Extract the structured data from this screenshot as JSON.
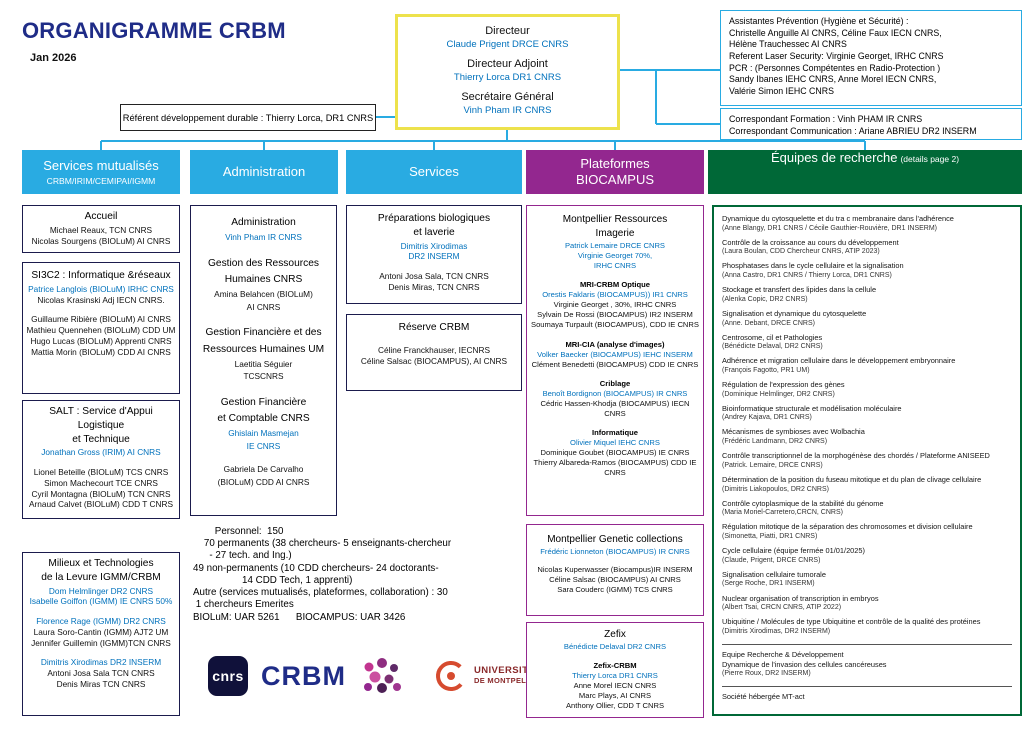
{
  "page": {
    "title": "ORGANIGRAMME CRBM",
    "date": "Jan 2026"
  },
  "colors": {
    "accentblue": "#29ABE2",
    "purple": "#93278F",
    "green": "#006837",
    "yellow": "#EDE24C",
    "navy": "#1F2C87",
    "nameblue": "#0071BC",
    "boxborder": "#1b1b4d",
    "maroon": "#8A2A2B",
    "umred": "#D64B2F"
  },
  "direction": {
    "entries": [
      {
        "role": "Directeur",
        "name": "Claude Prigent DRCE CNRS"
      },
      {
        "role": "Directeur Adjoint",
        "name": "Thierry Lorca DR1 CNRS"
      },
      {
        "role": "Secrétaire Général",
        "name": "Vinh Pham IR CNRS"
      }
    ]
  },
  "prevention_box": {
    "lines": [
      "Assistantes Prévention (Hygiène et Sécurité) :",
      "Christelle Anguille AI CNRS, Céline Faux IECN CNRS,",
      "Hélène Trauchessec AI CNRS",
      "Referent Laser Security: Virginie Georget, IRHC CNRS",
      "PCR : (Personnes Compétentes en Radio-Protection )",
      "Sandy Ibanes IEHC CNRS, Anne Morel IECN CNRS,",
      "Valérie Simon IEHC CNRS"
    ]
  },
  "correspondant_box": {
    "lines": [
      "Correspondant Formation :  Vinh PHAM IR CNRS",
      "Correspondant Communication :  Ariane ABRIEU DR2 INSERM"
    ]
  },
  "referent_box": {
    "text": "Référent développement durable : Thierry Lorca, DR1 CNRS"
  },
  "columns": {
    "services_mutualises": {
      "header_line1": "Services mutualisés",
      "header_line2": "CRBM/IRIM/CEMIPAI/IGMM",
      "accueil": {
        "lines": [
          {
            "t": "Accueil",
            "k": "title"
          },
          {
            "t": "Michael Reaux, TCN CNRS",
            "k": "text"
          },
          {
            "t": "Nicolas Sourgens (BIOLuM) AI CNRS",
            "k": "text"
          }
        ]
      },
      "si3c2": {
        "lines": [
          {
            "t": "SI3C2 : Informatique &réseaux",
            "k": "title"
          },
          {
            "t": "Patrice Langlois (BIOLuM) IRHC CNRS",
            "k": "blue"
          },
          {
            "t": "Nicolas Krasinski Adj IECN CNRS.",
            "k": "text"
          },
          {
            "t": "",
            "k": "gap"
          },
          {
            "t": "Guillaume Ribière (BIOLuM) AI CNRS",
            "k": "text"
          },
          {
            "t": "Mathieu Quennehen (BIOLuM) CDD UM",
            "k": "text"
          },
          {
            "t": "Hugo Lucas (BIOLuM) Apprenti CNRS",
            "k": "text"
          },
          {
            "t": "Mattia Morin (BIOLuM) CDD AI CNRS",
            "k": "text"
          }
        ]
      },
      "salt": {
        "lines": [
          {
            "t": "SALT : Service d'Appui",
            "k": "title"
          },
          {
            "t": "Logistique",
            "k": "title"
          },
          {
            "t": "et Technique",
            "k": "title"
          },
          {
            "t": "Jonathan Gross (IRIM) AI CNRS",
            "k": "blue"
          },
          {
            "t": "",
            "k": "gap"
          },
          {
            "t": "Lionel Beteille (BIOLuM) TCS CNRS",
            "k": "text"
          },
          {
            "t": "Simon Machecourt TCE CNRS",
            "k": "text"
          },
          {
            "t": "Cyril Montagna (BIOLuM) TCN CNRS",
            "k": "text"
          },
          {
            "t": "Arnaud Calvet (BIOLuM) CDD T CNRS",
            "k": "text"
          }
        ]
      },
      "milieux": {
        "lines": [
          {
            "t": "Milieux et Technologies",
            "k": "title"
          },
          {
            "t": "de la Levure IGMM/CRBM",
            "k": "title"
          },
          {
            "t": "Dom Helmlinger DR2 CNRS",
            "k": "blue"
          },
          {
            "t": "Isabelle Goiffon (IGMM) IE CNRS 50%",
            "k": "blue"
          },
          {
            "t": "",
            "k": "gap"
          },
          {
            "t": "Florence Rage (IGMM) DR2 CNRS",
            "k": "blue"
          },
          {
            "t": "Laura Soro-Cantin (IGMM) AJT2 UM",
            "k": "text"
          },
          {
            "t": "Jennifer Guillemin (IGMM)TCN CNRS",
            "k": "text"
          },
          {
            "t": "",
            "k": "gap"
          },
          {
            "t": "Dimitris Xirodimas DR2 INSERM",
            "k": "blue"
          },
          {
            "t": "Antoni Josa Sala TCN CNRS",
            "k": "text"
          },
          {
            "t": "Denis Miras TCN CNRS",
            "k": "text"
          }
        ]
      }
    },
    "administration": {
      "header": "Administration",
      "box": {
        "lines": [
          {
            "t": "Administration",
            "k": "title"
          },
          {
            "t": "Vinh Pham IR CNRS",
            "k": "blue"
          },
          {
            "t": "",
            "k": "gap"
          },
          {
            "t": "Gestion des Ressources",
            "k": "title"
          },
          {
            "t": "Humaines CNRS",
            "k": "title"
          },
          {
            "t": "Amina Belahcen (BIOLuM)",
            "k": "text"
          },
          {
            "t": "AI CNRS",
            "k": "text"
          },
          {
            "t": "",
            "k": "gap"
          },
          {
            "t": "Gestion Financière et des",
            "k": "title"
          },
          {
            "t": "Ressources Humaines UM",
            "k": "title"
          },
          {
            "t": "Laetitia Séguier",
            "k": "text"
          },
          {
            "t": "TCSCNRS",
            "k": "text"
          },
          {
            "t": "",
            "k": "gap"
          },
          {
            "t": "Gestion Financière",
            "k": "title"
          },
          {
            "t": "et Comptable CNRS",
            "k": "title"
          },
          {
            "t": "Ghislain Masmejan",
            "k": "blue"
          },
          {
            "t": "IE CNRS",
            "k": "blue"
          },
          {
            "t": "",
            "k": "gap"
          },
          {
            "t": "Gabriela De Carvalho",
            "k": "text"
          },
          {
            "t": "(BIOLuM) CDD AI CNRS",
            "k": "text"
          }
        ]
      },
      "personnel": [
        "        Personnel:  150",
        "    70 permanents (38 chercheurs- 5 enseignants-chercheur",
        "      - 27 tech. and Ing.)",
        "49 non-permanents (10 CDD chercheurs- 24 doctorants-",
        "                  14 CDD Tech, 1 apprenti)",
        "Autre (services mutualisés, plateformes, collaboration) : 30",
        " 1 chercheurs Emerites",
        "BIOLuM: UAR 5261      BIOCAMPUS: UAR 3426"
      ]
    },
    "services": {
      "header": "Services",
      "preparations": {
        "lines": [
          {
            "t": "Préparations biologiques",
            "k": "title"
          },
          {
            "t": "et laverie",
            "k": "title"
          },
          {
            "t": "Dimitris Xirodimas",
            "k": "blue"
          },
          {
            "t": "DR2 INSERM",
            "k": "blue"
          },
          {
            "t": "",
            "k": "gap"
          },
          {
            "t": "Antoni Josa Sala, TCN CNRS",
            "k": "text"
          },
          {
            "t": "Denis Miras, TCN CNRS",
            "k": "text"
          }
        ]
      },
      "reserve": {
        "lines": [
          {
            "t": "Réserve CRBM",
            "k": "title"
          },
          {
            "t": "",
            "k": "gap"
          },
          {
            "t": "Céline Franckhauser, IECNRS",
            "k": "text"
          },
          {
            "t": "Céline Salsac (BIOCAMPUS), AI CNRS",
            "k": "text"
          }
        ]
      }
    },
    "plateformes": {
      "header_line1": "Plateformes",
      "header_line2": "BIOCAMPUS",
      "mri": {
        "lines": [
          {
            "t": "Montpellier Ressources",
            "k": "title"
          },
          {
            "t": "Imagerie",
            "k": "title"
          },
          {
            "t": "Patrick Lemaire DRCE CNRS",
            "k": "blue"
          },
          {
            "t": "Virginie Georget  70%,",
            "k": "blue"
          },
          {
            "t": "IRHC CNRS",
            "k": "blue"
          },
          {
            "t": "",
            "k": "gap"
          },
          {
            "t": "MRI-CRBM Optique",
            "k": "sub"
          },
          {
            "t": "Orestis Faklaris (BIOCAMPUS)) IR1 CNRS",
            "k": "blue"
          },
          {
            "t": "Virginie Georget , 30%, IRHC CNRS",
            "k": "text"
          },
          {
            "t": "Sylvain De Rossi (BIOCAMPUS) IR2 INSERM",
            "k": "text"
          },
          {
            "t": "Soumaya Turpault (BIOCAMPUS), CDD IE CNRS",
            "k": "text"
          },
          {
            "t": "",
            "k": "gap"
          },
          {
            "t": "MRI-CIA (analyse d'images)",
            "k": "sub"
          },
          {
            "t": "Volker Baecker (BIOCAMPUS) IEHC INSERM",
            "k": "blue"
          },
          {
            "t": "Clément Benedetti (BIOCAMPUS) CDD IE CNRS",
            "k": "text"
          },
          {
            "t": "",
            "k": "gap"
          },
          {
            "t": "Criblage",
            "k": "sub"
          },
          {
            "t": "Benoît Bordignon (BIOCAMPUS) IR CNRS",
            "k": "blue"
          },
          {
            "t": "Cédric Hassen-Khodja (BIOCAMPUS) IECN CNRS",
            "k": "text"
          },
          {
            "t": "",
            "k": "gap"
          },
          {
            "t": "Informatique",
            "k": "sub"
          },
          {
            "t": "Olivier Miquel IEHC CNRS",
            "k": "blue"
          },
          {
            "t": "Dominique Goubet (BIOCAMPUS) IE CNRS",
            "k": "text"
          },
          {
            "t": "Thierry Albareda-Ramos (BIOCAMPUS) CDD IE CNRS",
            "k": "text"
          }
        ]
      },
      "genetic": {
        "lines": [
          {
            "t": "Montpellier Genetic collections",
            "k": "title"
          },
          {
            "t": "Frédéric Lionneton (BIOCAMPUS) IR CNRS",
            "k": "blue"
          },
          {
            "t": "",
            "k": "gap"
          },
          {
            "t": "Nicolas Kuperwasser (Biocampus)IR INSERM",
            "k": "text"
          },
          {
            "t": "Céline Salsac (BIOCAMPUS) AI CNRS",
            "k": "text"
          },
          {
            "t": "Sara Couderc (IGMM) TCS CNRS",
            "k": "text"
          }
        ]
      },
      "zefix": {
        "lines": [
          {
            "t": "Zefix",
            "k": "title"
          },
          {
            "t": "Bénédicte Delaval DR2 CNRS",
            "k": "blue"
          },
          {
            "t": "",
            "k": "gap"
          },
          {
            "t": "Zefix-CRBM",
            "k": "sub"
          },
          {
            "t": "Thierry Lorca DR1 CNRS",
            "k": "blue"
          },
          {
            "t": "Anne Morel IECN CNRS",
            "k": "text"
          },
          {
            "t": "Marc Plays, AI CNRS",
            "k": "text"
          },
          {
            "t": "Anthony Ollier, CDD T CNRS",
            "k": "text"
          }
        ]
      }
    },
    "equipes": {
      "header": "Équipes de recherche",
      "header_note": "(details page 2)",
      "teams": [
        {
          "title": "Dynamique du cytosquelette et du tra c membranaire dans l'adhérence",
          "leader": "(Anne Blangy, DR1 CNRS / Cécile Gauthier-Rouvière, DR1 INSERM)"
        },
        {
          "title": "Contrôle de la croissance au cours du développement",
          "leader": "(Laura Boulan, CDD Chercheur CNRS, ATIP 2023)"
        },
        {
          "title": "Phosphatases dans le cycle cellulaire et la signalisation",
          "leader": "(Anna Castro, DR1 CNRS / Thierry Lorca, DR1 CNRS)"
        },
        {
          "title": "Stockage et transfert des lipides dans la cellule",
          "leader": "(Alenka Copic, DR2 CNRS)"
        },
        {
          "title": "Signalisation et dynamique du cytosquelette",
          "leader": "(Anne. Debant, DRCE CNRS)"
        },
        {
          "title": "Centrosome, cil et Pathologies",
          "leader": "(Bénédicte Delaval, DR2 CNRS)"
        },
        {
          "title": "Adhérence et migration cellulaire dans le développement embryonnaire",
          "leader": "(François Fagotto, PR1 UM)"
        },
        {
          "title": "Régulation de l'expression des gènes",
          "leader": "(Dominique Helmlinger, DR2 CNRS)"
        },
        {
          "title": "Bioinformatique structurale et modélisation moléculaire",
          "leader": "(Andrey Kajava, DR1 CNRS)"
        },
        {
          "title": "Mécanismes de symbioses avec Wolbachia",
          "leader": "(Frédéric Landmann, DR2 CNRS)"
        },
        {
          "title": "Contrôle transcriptionnel de la morphogénèse des chordés / Plateforme ANISEED",
          "leader": "(Patrick. Lemaire, DRCE CNRS)"
        },
        {
          "title": "Détermination de la position du fuseau mitotique et du plan de clivage cellulaire",
          "leader": "(Dimitris Liakopoulos, DR2 CNRS)"
        },
        {
          "title": "Contrôle cytoplasmique de la stabilité du génome",
          "leader": "(Maria Moriel-Carretero,CRCN, CNRS)"
        },
        {
          "title": "Régulation mitotique de la séparation des chromosomes et division cellulaire",
          "leader": "(Simonetta, Piatti, DR1 CNRS)"
        },
        {
          "title": "Cycle cellulaire (équipe fermée 01/01/2025)",
          "leader": "(Claude, Prigent, DRCE CNRS)"
        },
        {
          "title": "Signalisation cellulaire tumorale",
          "leader": "(Serge Roche, DR1 INSERM)"
        },
        {
          "title": "Nuclear organisation of transcription in embryos",
          "leader": "(Albert Tsai, CRCN CNRS, ATIP 2022)"
        },
        {
          "title": "Ubiquitine / Molécules de type Ubiquitine et contrôle de la qualité des protéines",
          "leader": "(Dimitris Xirodimas, DR2 INSERM)"
        },
        {
          "title": "Equipe Recherche & Développement",
          "subtitle": "Dynamique de l'invasion des cellules cancéreuses",
          "leader": "(Pierre Roux, DR2 INSERM)",
          "sep": true
        },
        {
          "title": "Société hébergée MT-act",
          "sep": true
        }
      ]
    }
  },
  "logos": {
    "cnrs_label": "cnrs",
    "crbm_label": "CRBM",
    "um_label_1": "UNIVERSITÉ",
    "um_label_2": "DE MONTPELLIER"
  }
}
